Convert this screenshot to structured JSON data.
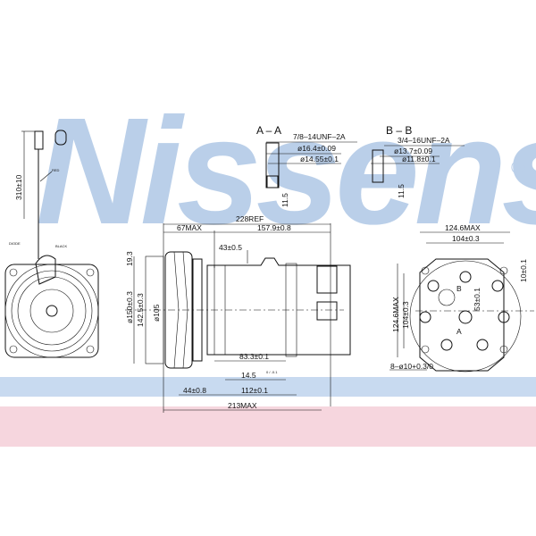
{
  "watermark": {
    "brand": "Nissens",
    "registered": "®",
    "color": "#a9c4e4",
    "band_blue": "#c8daf0",
    "band_pink": "#f6d6de"
  },
  "connector_view": {
    "cable_length": "310±10",
    "labels": [
      "RED",
      "DIODE",
      "BLACK"
    ]
  },
  "side_view": {
    "overall_ref": "228REF",
    "front_max": "67MAX",
    "body_len": "157.9±0.8",
    "fitting_pos": "43±0.5",
    "d_outer": "ø150±0.3",
    "d_pulley": "142.5±0.3",
    "d_hub": "ø105",
    "top_offset": "19.3",
    "mount_span": "83.3±0.1",
    "mount_offset": "14.5",
    "mount_tol": "0 / -0.1",
    "pulley_pos": "44±0.8",
    "mount_len": "112±0.1",
    "overall_max": "213MAX"
  },
  "section_aa": {
    "title": "A – A",
    "thread": "7/8–14UNF–2A",
    "d1": "ø16.4±0.09",
    "d2": "ø14.55±0.1",
    "depth": "11.5"
  },
  "section_bb": {
    "title": "B – B",
    "thread": "3/4–16UNF–2A",
    "d1": "ø13.7±0.09",
    "d2": "ø11.8±0.1",
    "depth": "11.5"
  },
  "rear_view": {
    "width_max": "124.6MAX",
    "hole_span": "104±0.3",
    "height_max": "124.6MAX",
    "hole_span_v": "104±0.3",
    "port_spacing": "53±0.1",
    "offset": "10±0.1",
    "holes": "8–ø10+0.3/0",
    "port_a": "A",
    "port_b": "B"
  }
}
